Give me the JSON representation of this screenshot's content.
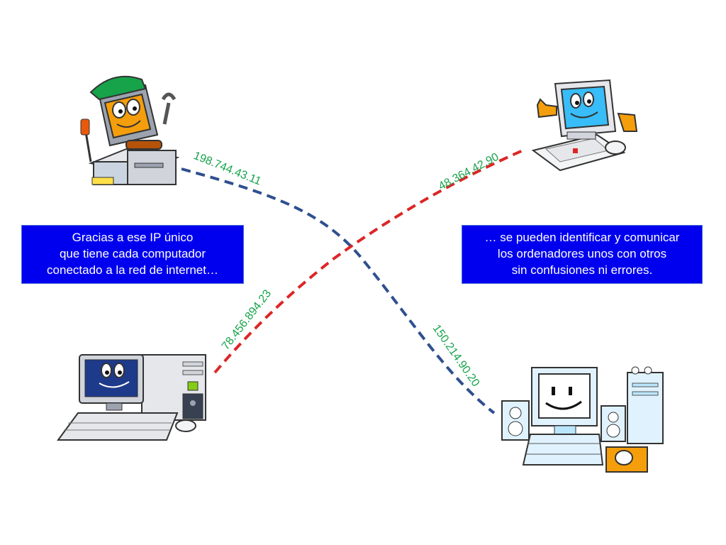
{
  "ip_labels": {
    "top_left": "198.744.43.11",
    "top_right": "48.364.42.90",
    "bottom_left": "78.456.894.23",
    "bottom_right": "150.214.90.20"
  },
  "caption_left": {
    "lines": [
      "Gracias a ese IP único",
      "que tiene cada computador",
      "conectado a la red de internet…"
    ]
  },
  "caption_right": {
    "lines": [
      "… se pueden identificar y comunicar",
      "los ordenadores unos con otros",
      "sin confusiones ni errores."
    ]
  },
  "colors": {
    "caption_background": "#0000ee",
    "caption_text": "#ffffff",
    "ip_text": "#16a34a",
    "blue_link": "#2f4f8f",
    "red_link": "#dc2626"
  },
  "icons": [
    "mechanic-computer-icon",
    "thumbs-up-computer-icon",
    "desktop-computer-icon",
    "computer-with-speakers-icon"
  ]
}
